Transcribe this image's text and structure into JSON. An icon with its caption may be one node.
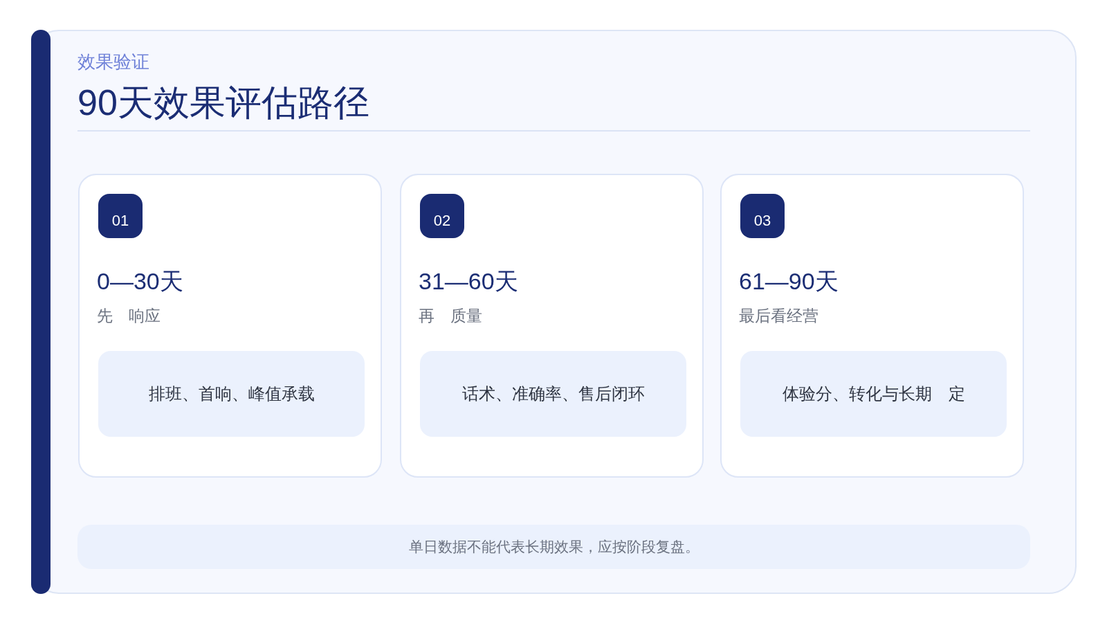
{
  "diagram": {
    "title": "90天效果评估路径",
    "nodes": [
      {
        "text": [
          "0—30天",
          "先　响应"
        ]
      },
      {
        "text": [
          "01"
        ],
        "in": 0
      },
      {
        "text": [
          "排班、首响、峰值承载"
        ],
        "in": 0
      },
      {
        "text": [
          "31—60天",
          "再　质量"
        ]
      },
      {
        "text": [
          "02"
        ],
        "in": 3
      },
      {
        "text": [
          "话术、准确率、售后闭环"
        ],
        "in": 3
      },
      {
        "text": [
          "61—90天",
          "最后看经营"
        ]
      },
      {
        "text": [
          "03"
        ],
        "in": 6
      },
      {
        "text": [
          "体验分、转化与长期　定"
        ],
        "in": 6
      },
      {
        "text": [
          "单日数据不能代表长期效果，应按阶段复盘。"
        ]
      }
    ],
    "labels": [
      "效果验证"
    ]
  }
}
